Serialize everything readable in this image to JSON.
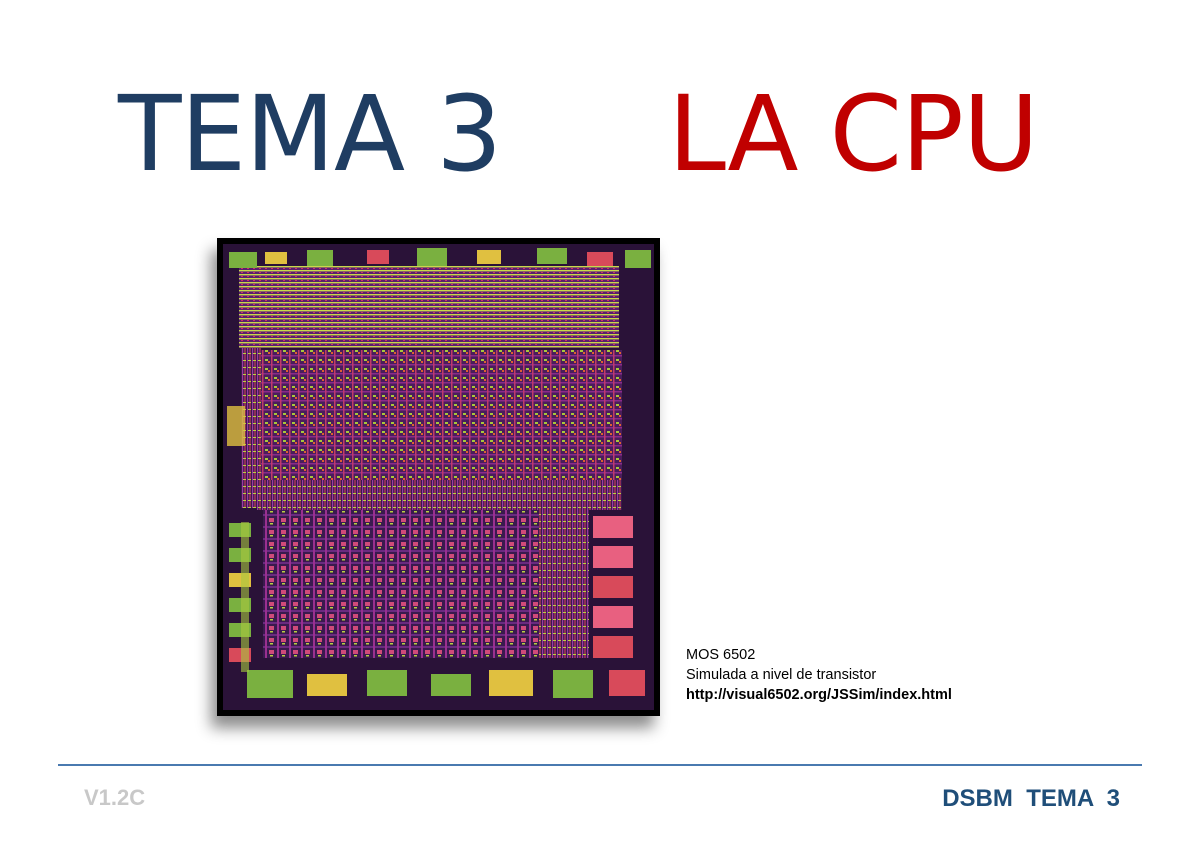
{
  "slide": {
    "title_left": "TEMA 3",
    "title_right": "LA CPU",
    "title_left_color": "#1f3d62",
    "title_right_color": "#c00000"
  },
  "image": {
    "subject": "MOS 6502 die photograph"
  },
  "caption": {
    "line1": "MOS 6502",
    "line2": "Simulada a nivel de transistor",
    "line3": "http://visual6502.org/JSSim/index.html"
  },
  "footer": {
    "version": "V1.2C",
    "course": "DSBM  TEMA  3",
    "accent_color": "#4a7ab0"
  }
}
